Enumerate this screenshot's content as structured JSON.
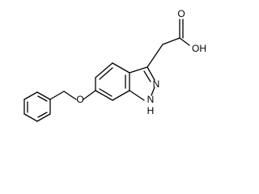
{
  "molecule": {
    "labels": {
      "oxygen_ether": "O",
      "nitrogen_ring": "N",
      "nitrogen_nh": "N",
      "hydrogen_nh": "H",
      "hydroxyl": "OH",
      "oxygen_carbonyl": "O"
    }
  }
}
